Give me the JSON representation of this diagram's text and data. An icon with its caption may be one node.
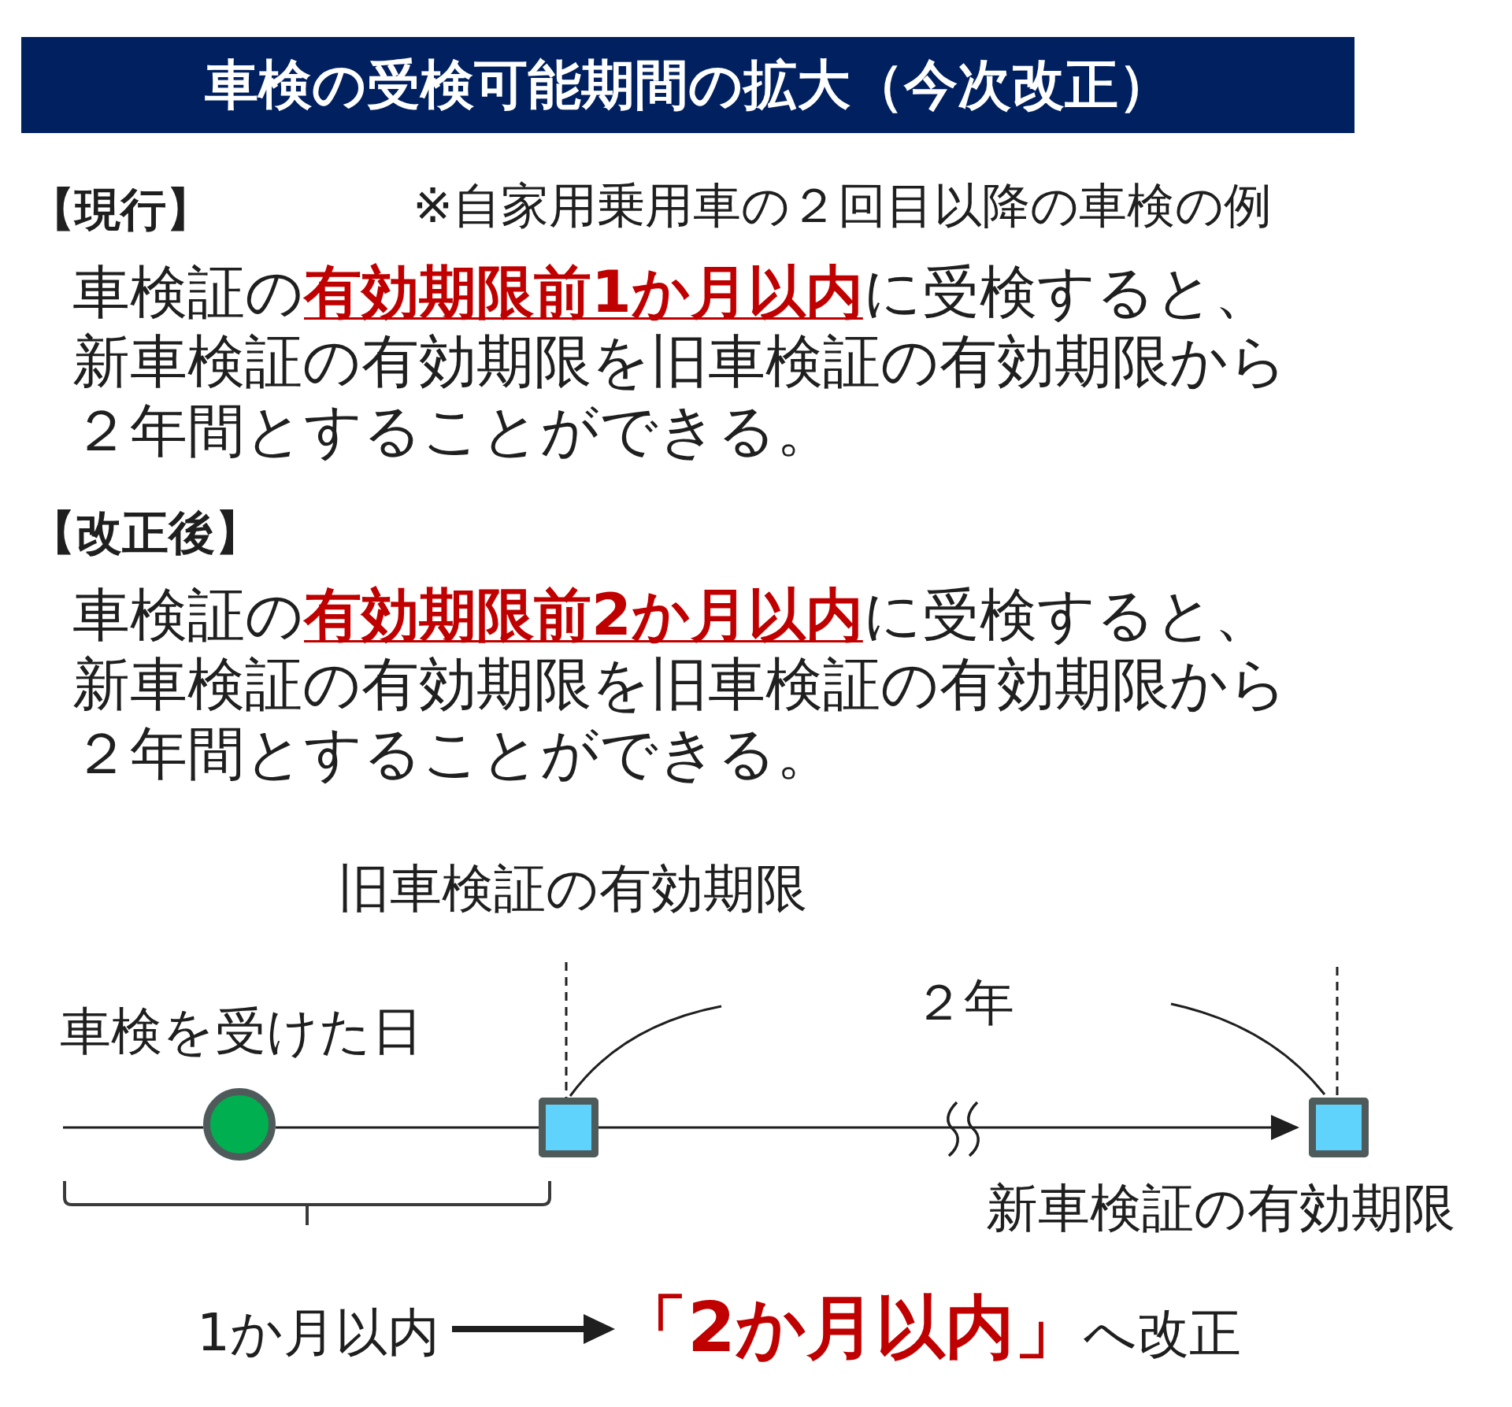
{
  "diagram": {
    "title": "車検の受検可能期間の拡大（今次改正）",
    "nodes": [
      {
        "text": [],
        "shape": "circle",
        "beside": [
          "車検を受けた日"
        ]
      },
      {
        "text": [],
        "shape": "box",
        "beside": [
          "旧車検証の有効期限"
        ]
      },
      {
        "text": [],
        "shape": "box",
        "beside": [
          "新車検証の有効期限"
        ]
      },
      {
        "text": [
          "1か月以内"
        ]
      },
      {
        "text": [
          "**「2か月以内」**へ改正"
        ]
      }
    ],
    "edges": [
      {
        "from": null,
        "to": 0,
        "arrow": "none"
      },
      {
        "from": 0,
        "to": 1,
        "arrow": "none"
      },
      {
        "from": 1,
        "to": 2,
        "arrow": "to"
      },
      {
        "from": 3,
        "to": 4,
        "arrow": "to",
        "style": "thick"
      }
    ],
    "labels": [
      "【現行】",
      "※自家用乗用車の２回目以降の車検の例",
      "車検証の**有効期限前1か月以内**に受検すると、新車検証の有効期限を旧車検証の有効期限から２年間とすることができる。",
      "【改正後】",
      "車検証の**有効期限前2か月以内**に受検すると、新車検証の有効期限を旧車検証の有効期限から２年間とすることができる。",
      "２年"
    ]
  }
}
